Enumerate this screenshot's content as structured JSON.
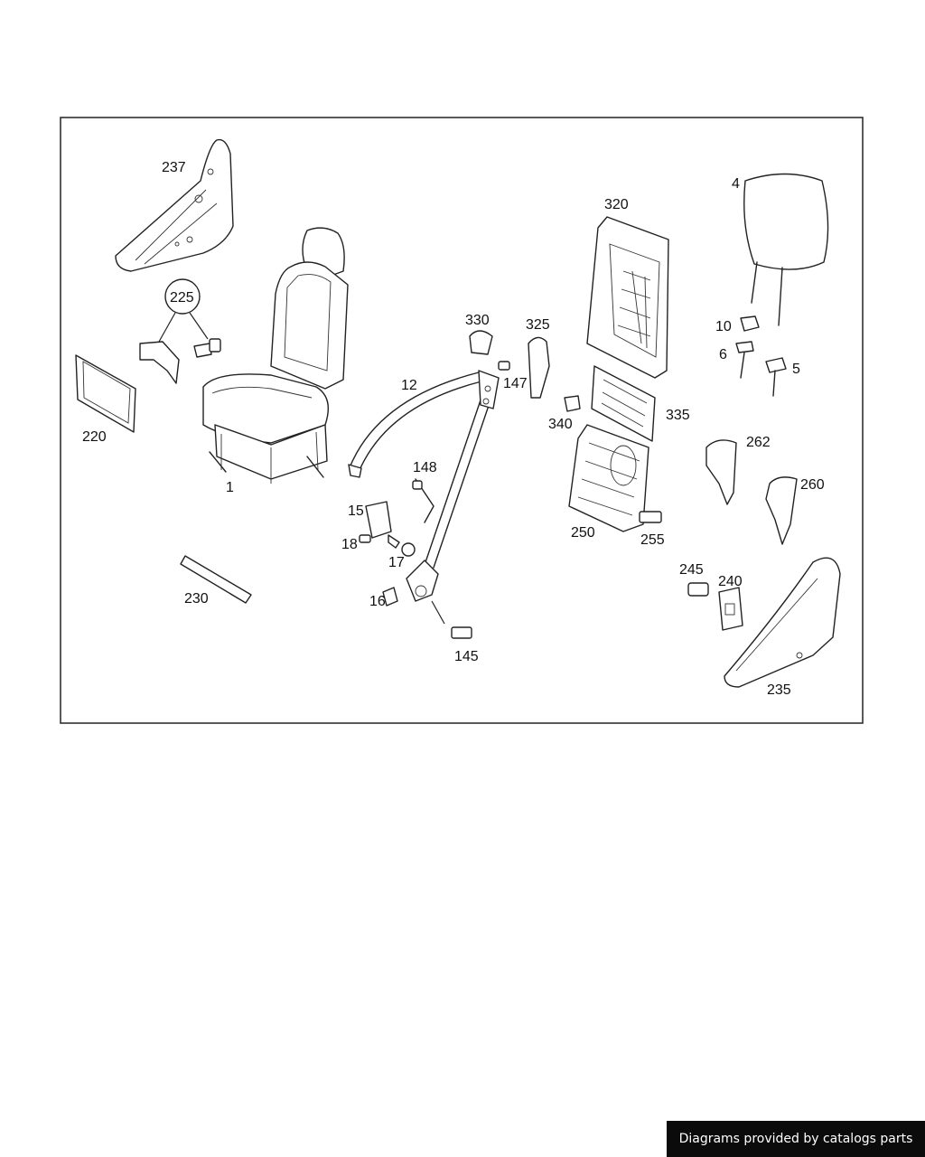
{
  "diagram": {
    "callouts": {
      "c237": "237",
      "c225": "225",
      "c220": "220",
      "c1": "1",
      "c230": "230",
      "c12": "12",
      "c330": "330",
      "c325": "325",
      "c147": "147",
      "c148": "148",
      "c15": "15",
      "c18": "18",
      "c17": "17",
      "c16": "16",
      "c145": "145",
      "c320": "320",
      "c340": "340",
      "c335": "335",
      "c250": "250",
      "c255": "255",
      "c4": "4",
      "c10": "10",
      "c6": "6",
      "c5": "5",
      "c262": "262",
      "c260": "260",
      "c245": "245",
      "c240": "240",
      "c235": "235"
    }
  },
  "footer": {
    "credit": "Diagrams provided by catalogs parts"
  },
  "colors": {
    "line": "#222222",
    "background": "#ffffff",
    "badge": "#0b0b0b",
    "badge_text": "#ffffff"
  }
}
